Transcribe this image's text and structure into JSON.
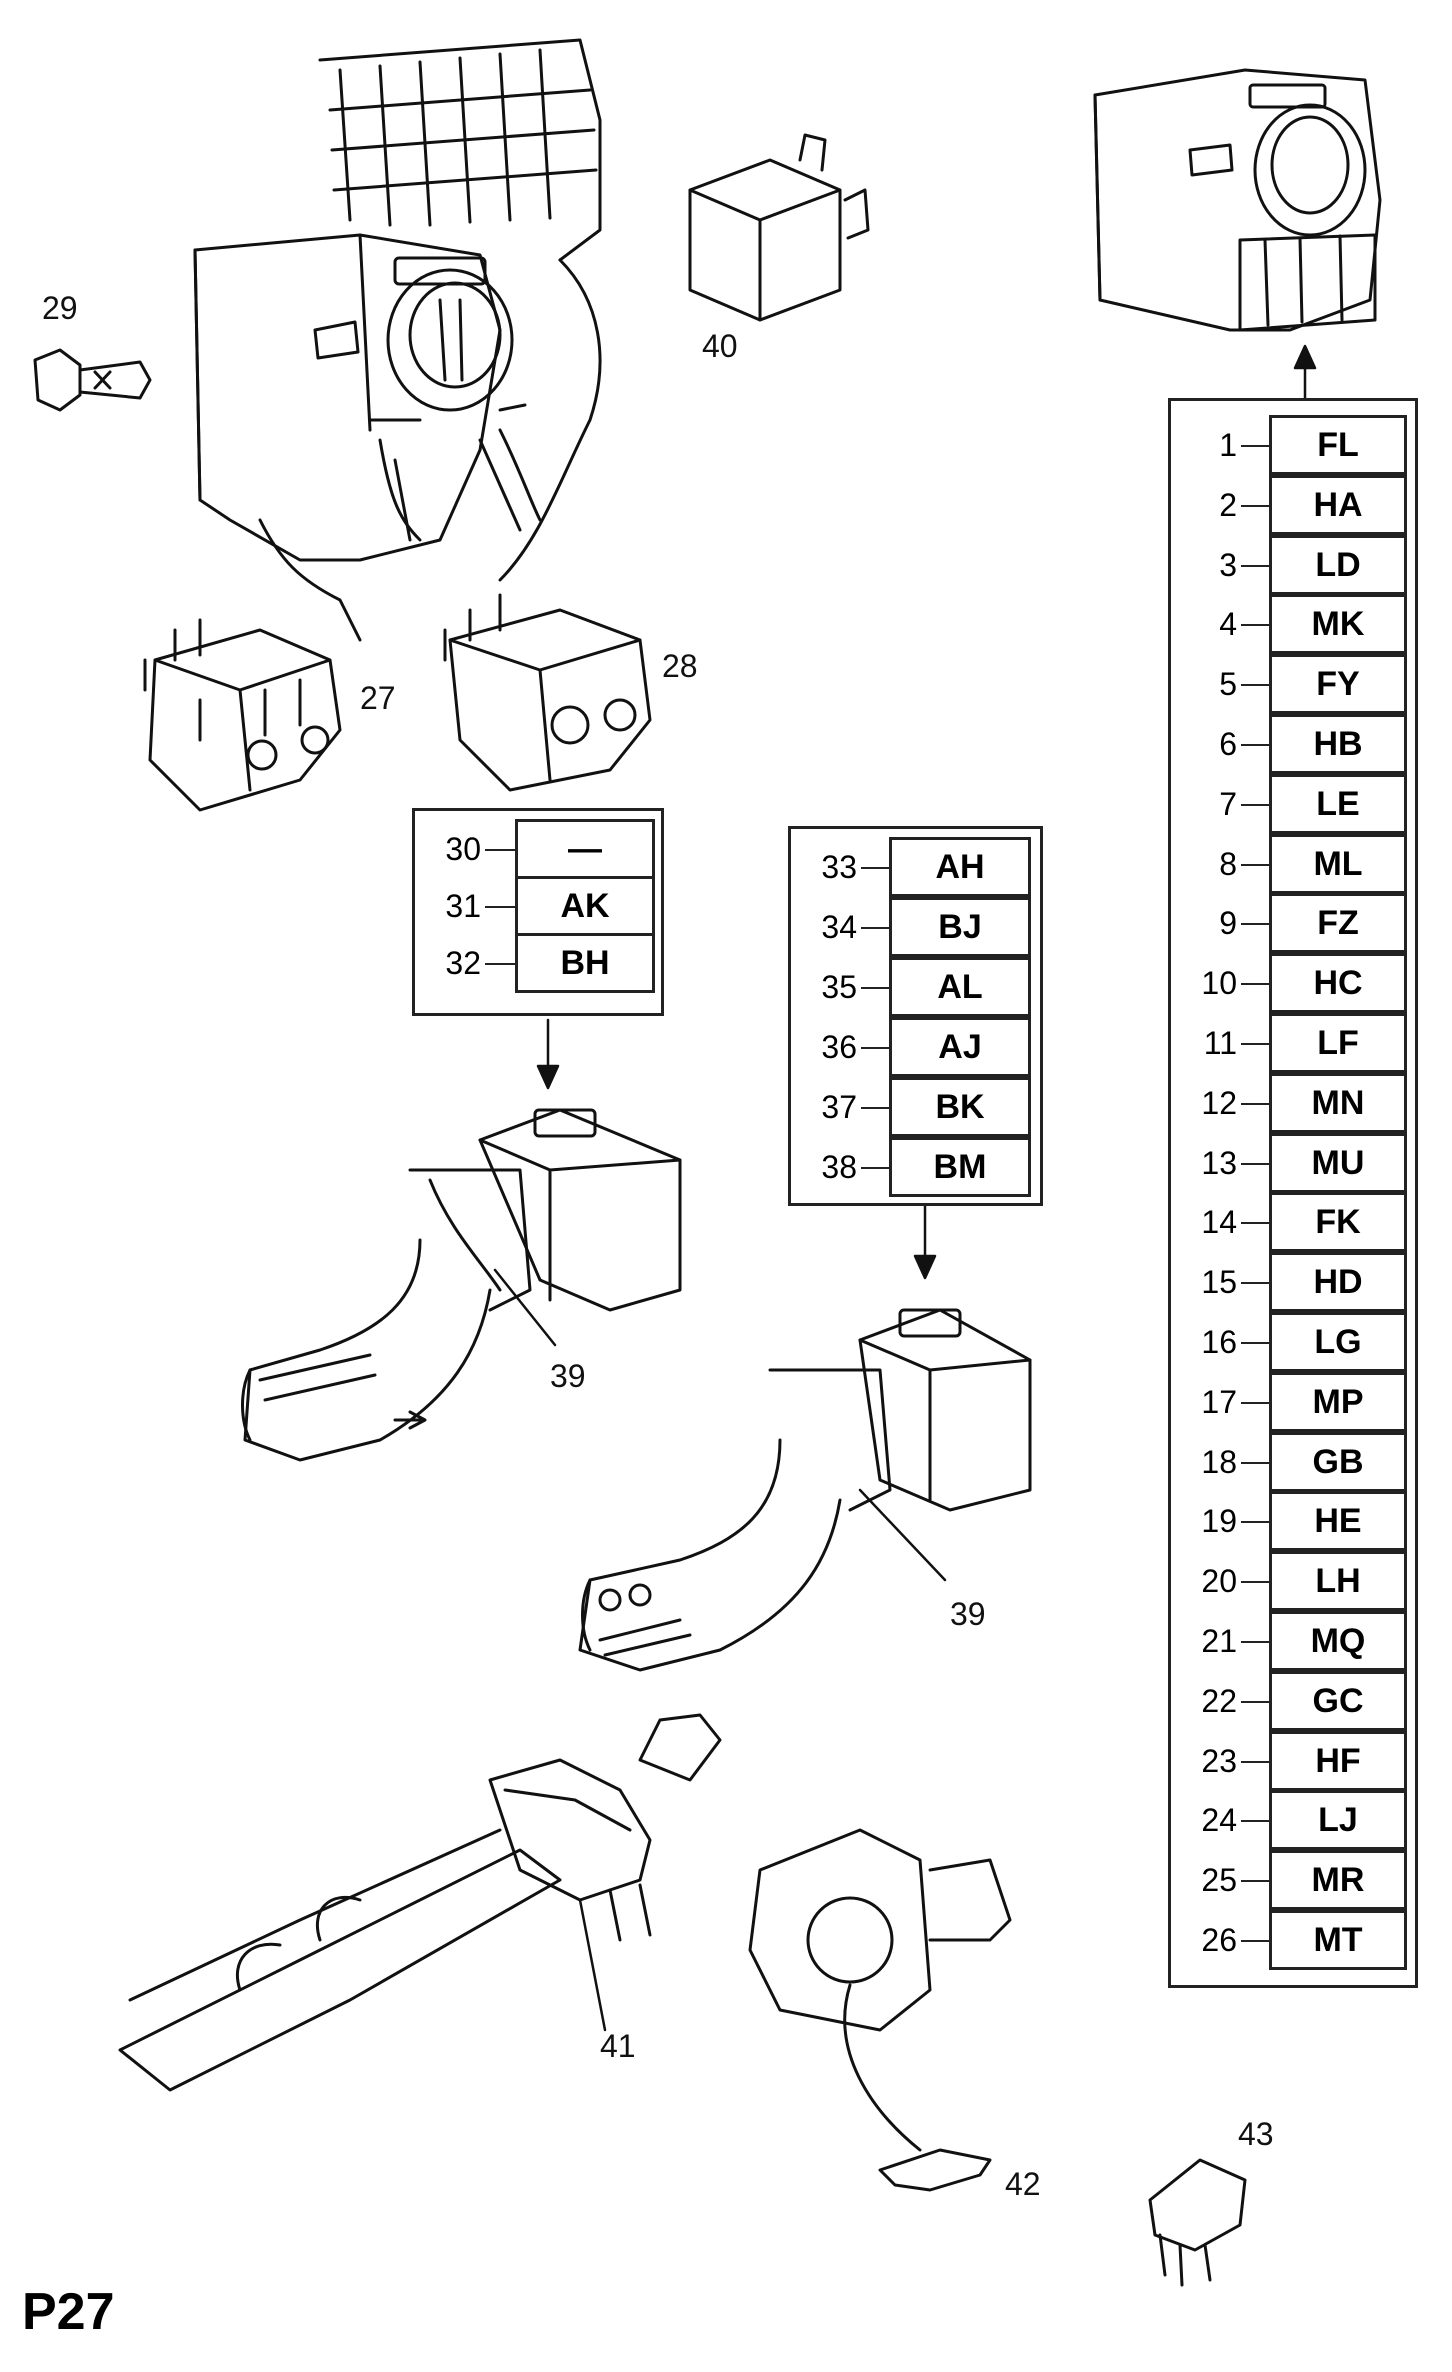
{
  "page_code": "P27",
  "callouts": {
    "c27": "27",
    "c28": "28",
    "c29": "29",
    "c39a": "39",
    "c39b": "39",
    "c40": "40",
    "c41": "41",
    "c42": "42",
    "c43": "43"
  },
  "table_small": [
    {
      "num": "30",
      "code": "—"
    },
    {
      "num": "31",
      "code": "AK"
    },
    {
      "num": "32",
      "code": "BH"
    }
  ],
  "table_mid": [
    {
      "num": "33",
      "code": "AH"
    },
    {
      "num": "34",
      "code": "BJ"
    },
    {
      "num": "35",
      "code": "AL"
    },
    {
      "num": "36",
      "code": "AJ"
    },
    {
      "num": "37",
      "code": "BK"
    },
    {
      "num": "38",
      "code": "BM"
    }
  ],
  "table_large": [
    {
      "num": "1",
      "code": "FL"
    },
    {
      "num": "2",
      "code": "HA"
    },
    {
      "num": "3",
      "code": "LD"
    },
    {
      "num": "4",
      "code": "MK"
    },
    {
      "num": "5",
      "code": "FY"
    },
    {
      "num": "6",
      "code": "HB"
    },
    {
      "num": "7",
      "code": "LE"
    },
    {
      "num": "8",
      "code": "ML"
    },
    {
      "num": "9",
      "code": "FZ"
    },
    {
      "num": "10",
      "code": "HC"
    },
    {
      "num": "11",
      "code": "LF"
    },
    {
      "num": "12",
      "code": "MN"
    },
    {
      "num": "13",
      "code": "MU"
    },
    {
      "num": "14",
      "code": "FK"
    },
    {
      "num": "15",
      "code": "HD"
    },
    {
      "num": "16",
      "code": "LG"
    },
    {
      "num": "17",
      "code": "MP"
    },
    {
      "num": "18",
      "code": "GB"
    },
    {
      "num": "19",
      "code": "HE"
    },
    {
      "num": "20",
      "code": "LH"
    },
    {
      "num": "21",
      "code": "MQ"
    },
    {
      "num": "22",
      "code": "GC"
    },
    {
      "num": "23",
      "code": "HF"
    },
    {
      "num": "24",
      "code": "LJ"
    },
    {
      "num": "25",
      "code": "MR"
    },
    {
      "num": "26",
      "code": "MT"
    }
  ]
}
